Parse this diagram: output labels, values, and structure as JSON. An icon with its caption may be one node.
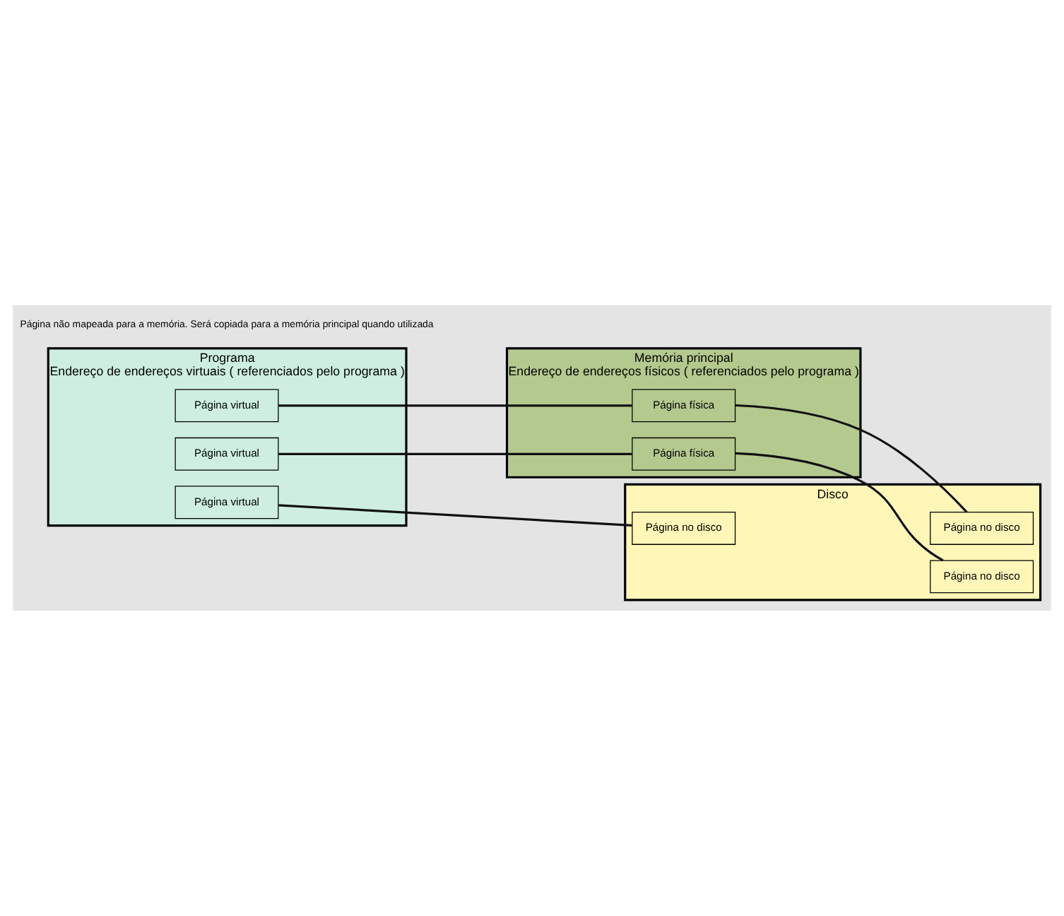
{
  "diagram": {
    "nodes": [
      {
        "text": [
          "Programa",
          "Endereço de endereços virtuais ( referenciados pelo programa )"
        ]
      },
      {
        "text": [
          "Página virtual"
        ],
        "in": 0
      },
      {
        "text": [
          "Página virtual"
        ],
        "in": 0
      },
      {
        "text": [
          "Página virtual"
        ],
        "in": 0
      },
      {
        "text": [
          "Memória principal",
          "Endereço de endereços físicos ( referenciados pelo programa )"
        ]
      },
      {
        "text": [
          "Página física"
        ],
        "in": 4
      },
      {
        "text": [
          "Página física"
        ],
        "in": 4
      },
      {
        "text": [
          "Disco"
        ]
      },
      {
        "text": [
          "Página no disco"
        ],
        "in": 7
      },
      {
        "text": [
          "Página no disco"
        ],
        "in": 7
      },
      {
        "text": [
          "Página no disco"
        ],
        "in": 7
      }
    ],
    "edges": [
      {
        "from": 1,
        "to": 5,
        "arrow": "none"
      },
      {
        "from": 2,
        "to": 6,
        "arrow": "none"
      },
      {
        "from": 3,
        "to": 10,
        "arrow": "none"
      },
      {
        "from": 5,
        "to": 9,
        "arrow": "none"
      },
      {
        "from": 6,
        "to": 8,
        "arrow": "none"
      }
    ],
    "labels": [
      "Página não mapeada para a memória. Será copiada para a memória principal quando utilizada"
    ]
  }
}
